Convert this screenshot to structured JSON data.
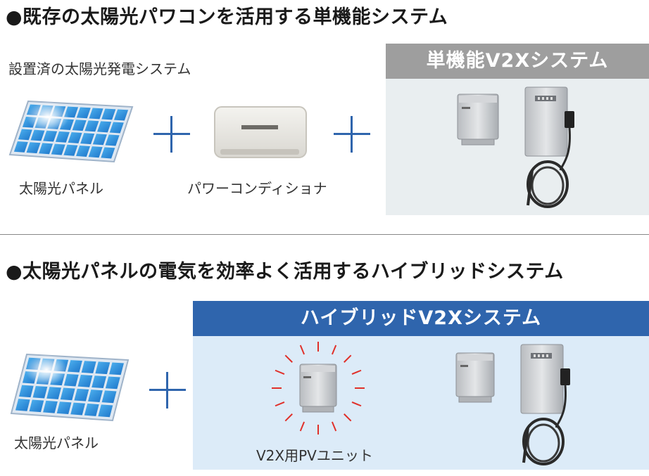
{
  "section1": {
    "heading": "●既存の太陽光パワコンを活用する単機能システム",
    "installed_caption": "設置済の太陽光発電システム",
    "solar_panel_label": "太陽光パネル",
    "power_conditioner_label": "パワーコンディショナ",
    "box_title": "単機能V2Xシステム"
  },
  "section2": {
    "heading": "●太陽光パネルの電気を効率よく活用するハイブリッドシステム",
    "solar_panel_label": "太陽光パネル",
    "box_title": "ハイブリッドV2Xシステム",
    "pv_unit_label": "V2X用PVユニット"
  },
  "colors": {
    "gray_header": "#9e9e9e",
    "gray_body": "#e9eef0",
    "blue_header": "#2f65ad",
    "blue_body": "#dcebf8",
    "plus": "#2f65ad",
    "highlight_rays": "#e0302a"
  },
  "icons": {
    "solar_panel": "solar-panel-icon",
    "power_conditioner": "power-conditioner-icon",
    "pv_unit": "pv-unit-icon",
    "v2x_charger": "v2x-charger-icon"
  }
}
